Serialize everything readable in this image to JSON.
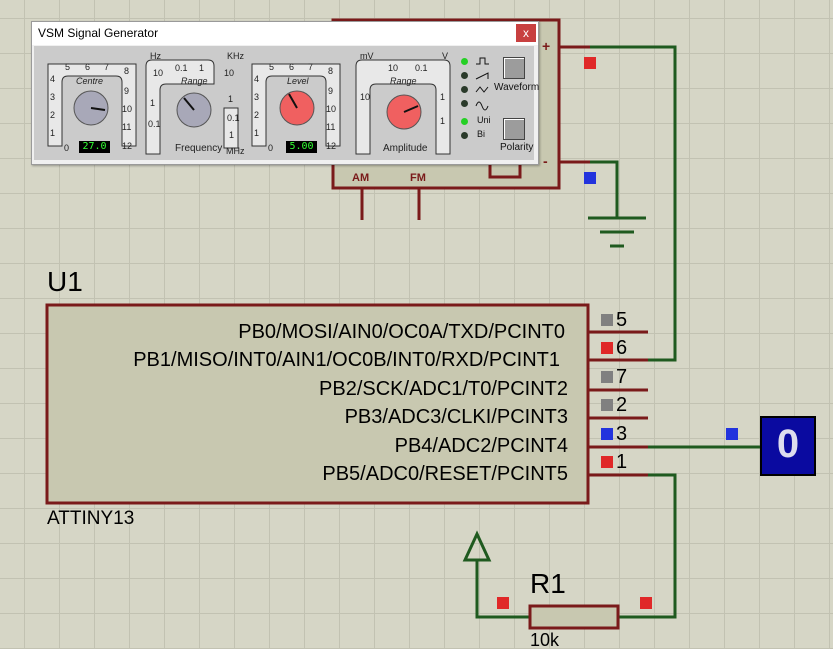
{
  "window": {
    "title": "VSM Signal Generator",
    "close": "x"
  },
  "centre": {
    "ticks_top": [
      "5",
      "6",
      "7"
    ],
    "ticks_left": [
      "4",
      "3",
      "2",
      "1",
      "0"
    ],
    "ticks_right": [
      "8",
      "9",
      "10",
      "11",
      "12"
    ],
    "label": "Centre",
    "value": "27.0"
  },
  "frequency": {
    "ticks": [
      "10",
      "1",
      "0.1",
      "0.1",
      "1",
      "10",
      "1",
      "0.1",
      "1"
    ],
    "unit_hz": "Hz",
    "unit_khz": "KHz",
    "unit_mhz": "MHz",
    "label": "Range",
    "caption": "Frequency"
  },
  "level": {
    "ticks_top": [
      "5",
      "6",
      "7"
    ],
    "ticks_left": [
      "4",
      "3",
      "2",
      "1",
      "0"
    ],
    "ticks_right": [
      "8",
      "9",
      "10",
      "11",
      "12"
    ],
    "label": "Level",
    "value": "5.00"
  },
  "amplitude": {
    "ticks": [
      "10",
      "0.1",
      "10",
      "1",
      "1"
    ],
    "unit_mv": "mV",
    "unit_v": "V",
    "label": "Range",
    "caption": "Amplitude"
  },
  "waveform": {
    "button": "Waveform",
    "polarity_button": "Polarity",
    "uni": "Uni",
    "bi": "Bi"
  },
  "generator_symbol": {
    "plus": "+",
    "minus": "-",
    "am": "AM",
    "fm": "FM"
  },
  "chip": {
    "ref": "U1",
    "part": "ATTINY13",
    "pins": [
      {
        "name": "PB0/MOSI/AIN0/OC0A/TXD/PCINT0",
        "num": "5"
      },
      {
        "name": "PB1/MISO/INT0/AIN1/OC0B/INT0/RXD/PCINT1",
        "num": "6"
      },
      {
        "name": "PB2/SCK/ADC1/T0/PCINT2",
        "num": "7"
      },
      {
        "name": "PB3/ADC3/CLKI/PCINT3",
        "num": "2"
      },
      {
        "name": "PB4/ADC2/PCINT4",
        "num": "3"
      },
      {
        "name": "PB5/ADC0/RESET/PCINT5",
        "num": "1"
      }
    ]
  },
  "logic_display": "0",
  "resistor": {
    "ref": "R1",
    "value": "10k"
  },
  "colors": {
    "wire": "#1f5a1f",
    "component": "#7a1a1a",
    "body": "#c8c8b0"
  }
}
